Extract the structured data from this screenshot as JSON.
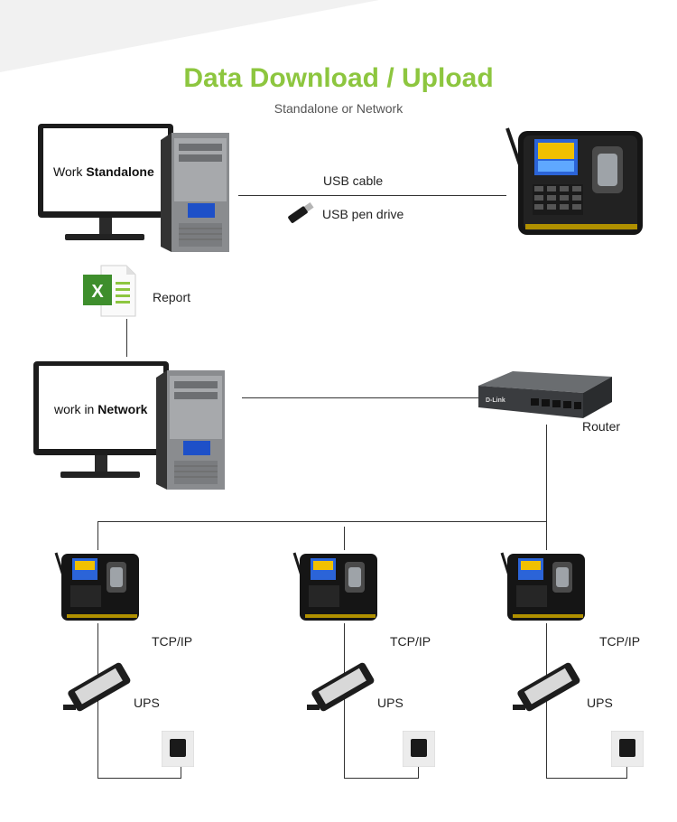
{
  "header": {
    "title": "Data Download / Upload",
    "subtitle": "Standalone or Network"
  },
  "standalone": {
    "monitor_text_normal": "Work ",
    "monitor_text_bold": "Standalone",
    "usb_cable_label": "USB cable",
    "usb_drive_label": "USB pen drive"
  },
  "report": {
    "label": "Report"
  },
  "network": {
    "monitor_text_normal": "work in ",
    "monitor_text_bold": "Network",
    "router_label": "Router",
    "router_brand": "D-Link"
  },
  "terminals": [
    {
      "conn_label": "TCP/IP",
      "power_label": "UPS"
    },
    {
      "conn_label": "TCP/IP",
      "power_label": "UPS"
    },
    {
      "conn_label": "TCP/IP",
      "power_label": "UPS"
    }
  ],
  "colors": {
    "accent": "#8dc63f",
    "line": "#333333"
  },
  "icons": [
    "desktop-computer-icon",
    "fingerprint-terminal-icon",
    "usb-drive-icon",
    "excel-report-icon",
    "router-icon",
    "power-adapter-icon",
    "wall-socket-icon"
  ]
}
